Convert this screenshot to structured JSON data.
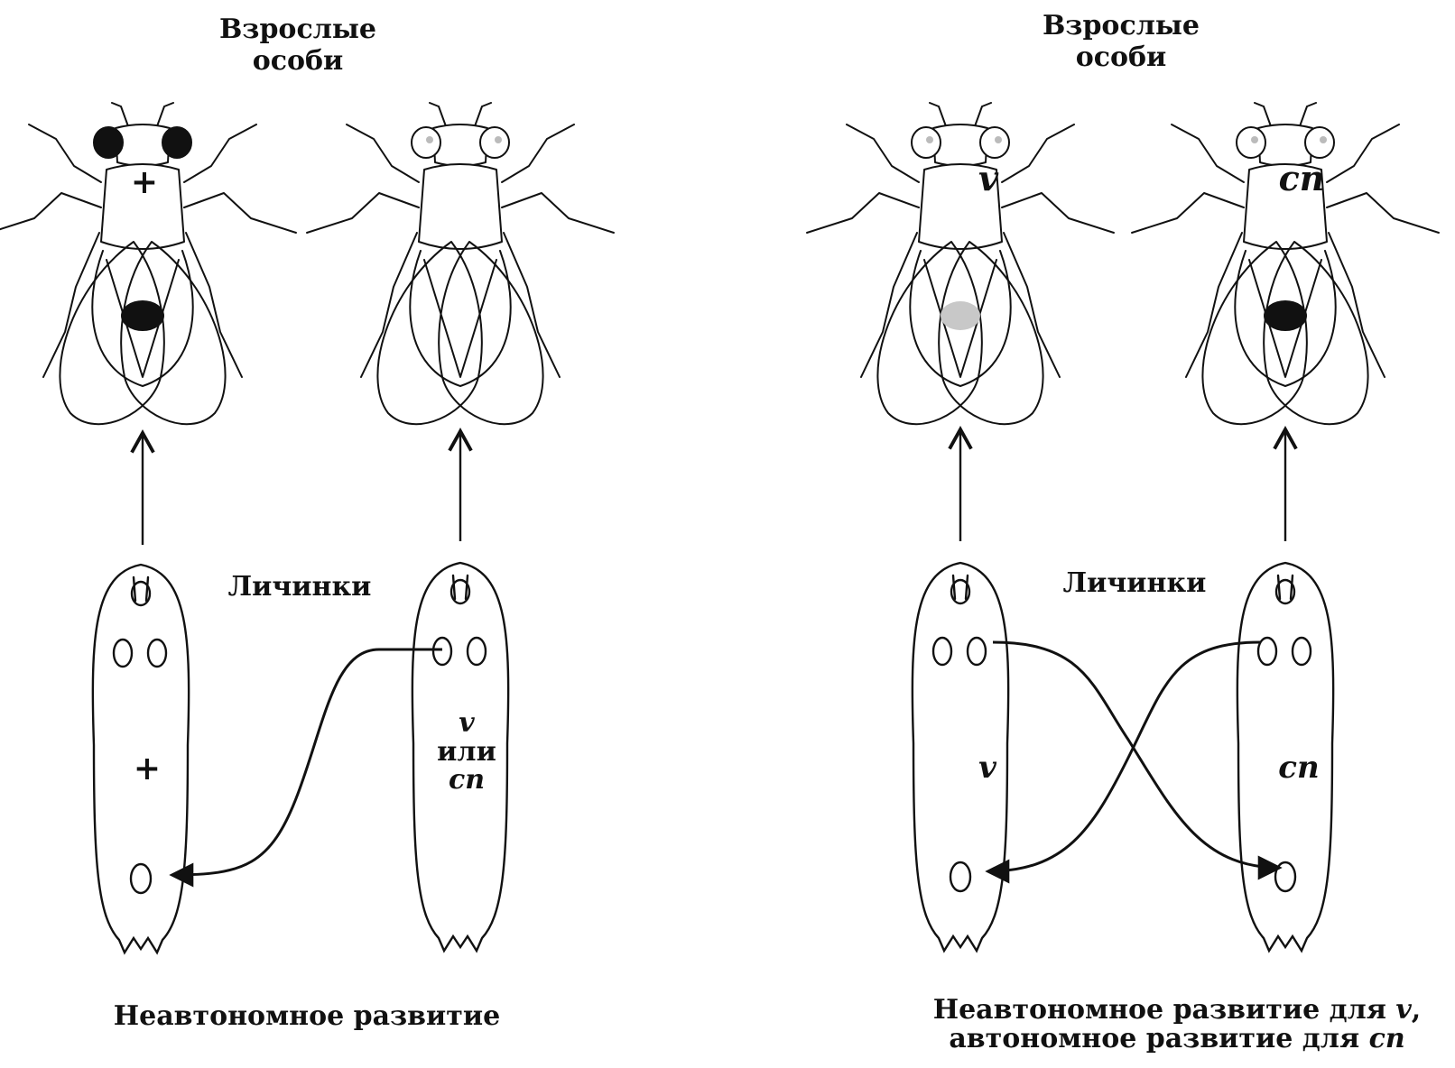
{
  "left_panel": {
    "adults_label_line1": "Взрослые",
    "adults_label_line2": "особи",
    "larvae_label": "Личинки",
    "fly1_mark": "+",
    "larva1_mark": "+",
    "larva2_mark_line1": "v",
    "larva2_mark_line2": "или",
    "larva2_mark_line3": "cn",
    "caption": "Неавтономное развитие"
  },
  "right_panel": {
    "adults_label_line1": "Взрослые",
    "adults_label_line2": "особи",
    "larvae_label": "Личинки",
    "fly1_mark": "v",
    "fly2_mark": "cn",
    "larva1_mark": "v",
    "larva2_mark": "cn",
    "caption_line1_text": "Неавтономное развитие для ",
    "caption_line1_symbol": "v",
    "caption_line1_end": ",",
    "caption_line2_text": "автономное развитие для ",
    "caption_line2_symbol": "cn"
  },
  "colors": {
    "ink": "#111111",
    "eye_dark": "#111111",
    "eye_light": "#ffffff",
    "paper": "#ffffff"
  }
}
